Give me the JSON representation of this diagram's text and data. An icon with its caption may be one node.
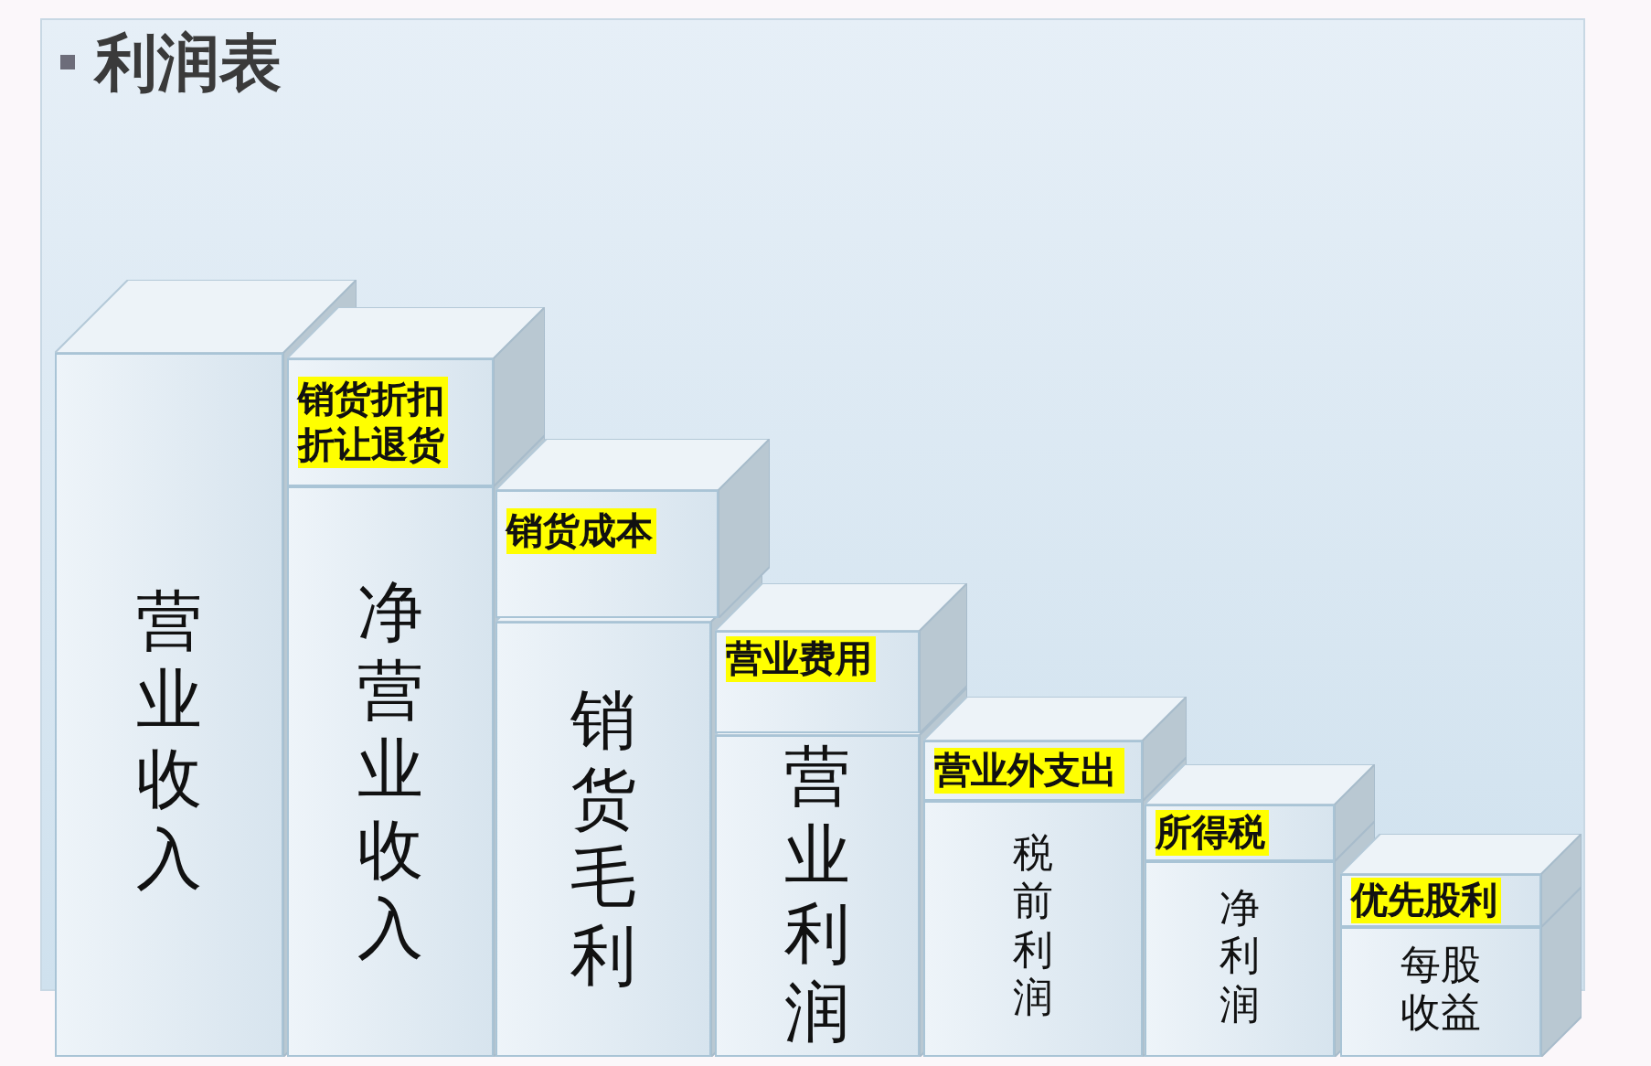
{
  "diagram": {
    "title": "利润表",
    "nodes": [
      {
        "text": [
          "营业收入"
        ]
      },
      {
        "text": [
          "销货折扣折让退货"
        ]
      },
      {
        "text": [
          "净营业收入"
        ]
      },
      {
        "text": [
          "销货成本"
        ]
      },
      {
        "text": [
          "销货毛利"
        ]
      },
      {
        "text": [
          "营业费用"
        ]
      },
      {
        "text": [
          "营业利润"
        ]
      },
      {
        "text": [
          "营业外支出"
        ]
      },
      {
        "text": [
          "税前利润"
        ]
      },
      {
        "text": [
          "所得税"
        ]
      },
      {
        "text": [
          "净利润"
        ]
      },
      {
        "text": [
          "优先股利"
        ]
      },
      {
        "text": [
          "每股收益"
        ]
      }
    ],
    "edges": []
  }
}
